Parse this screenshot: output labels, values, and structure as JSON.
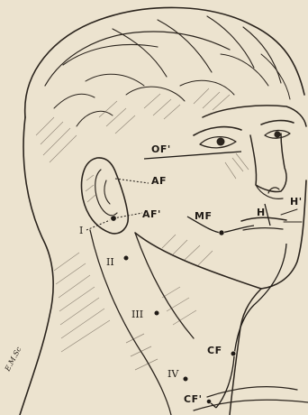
{
  "labels": {
    "of": "OF'",
    "af": "AF",
    "af_prime": "AF'",
    "mf": "MF",
    "h": "H",
    "h_prime": "H'",
    "i": "I",
    "ii": "II",
    "iii": "III",
    "cf": "CF",
    "iv": "IV",
    "cf_prime": "CF'"
  },
  "signature": "E.M.Sc"
}
